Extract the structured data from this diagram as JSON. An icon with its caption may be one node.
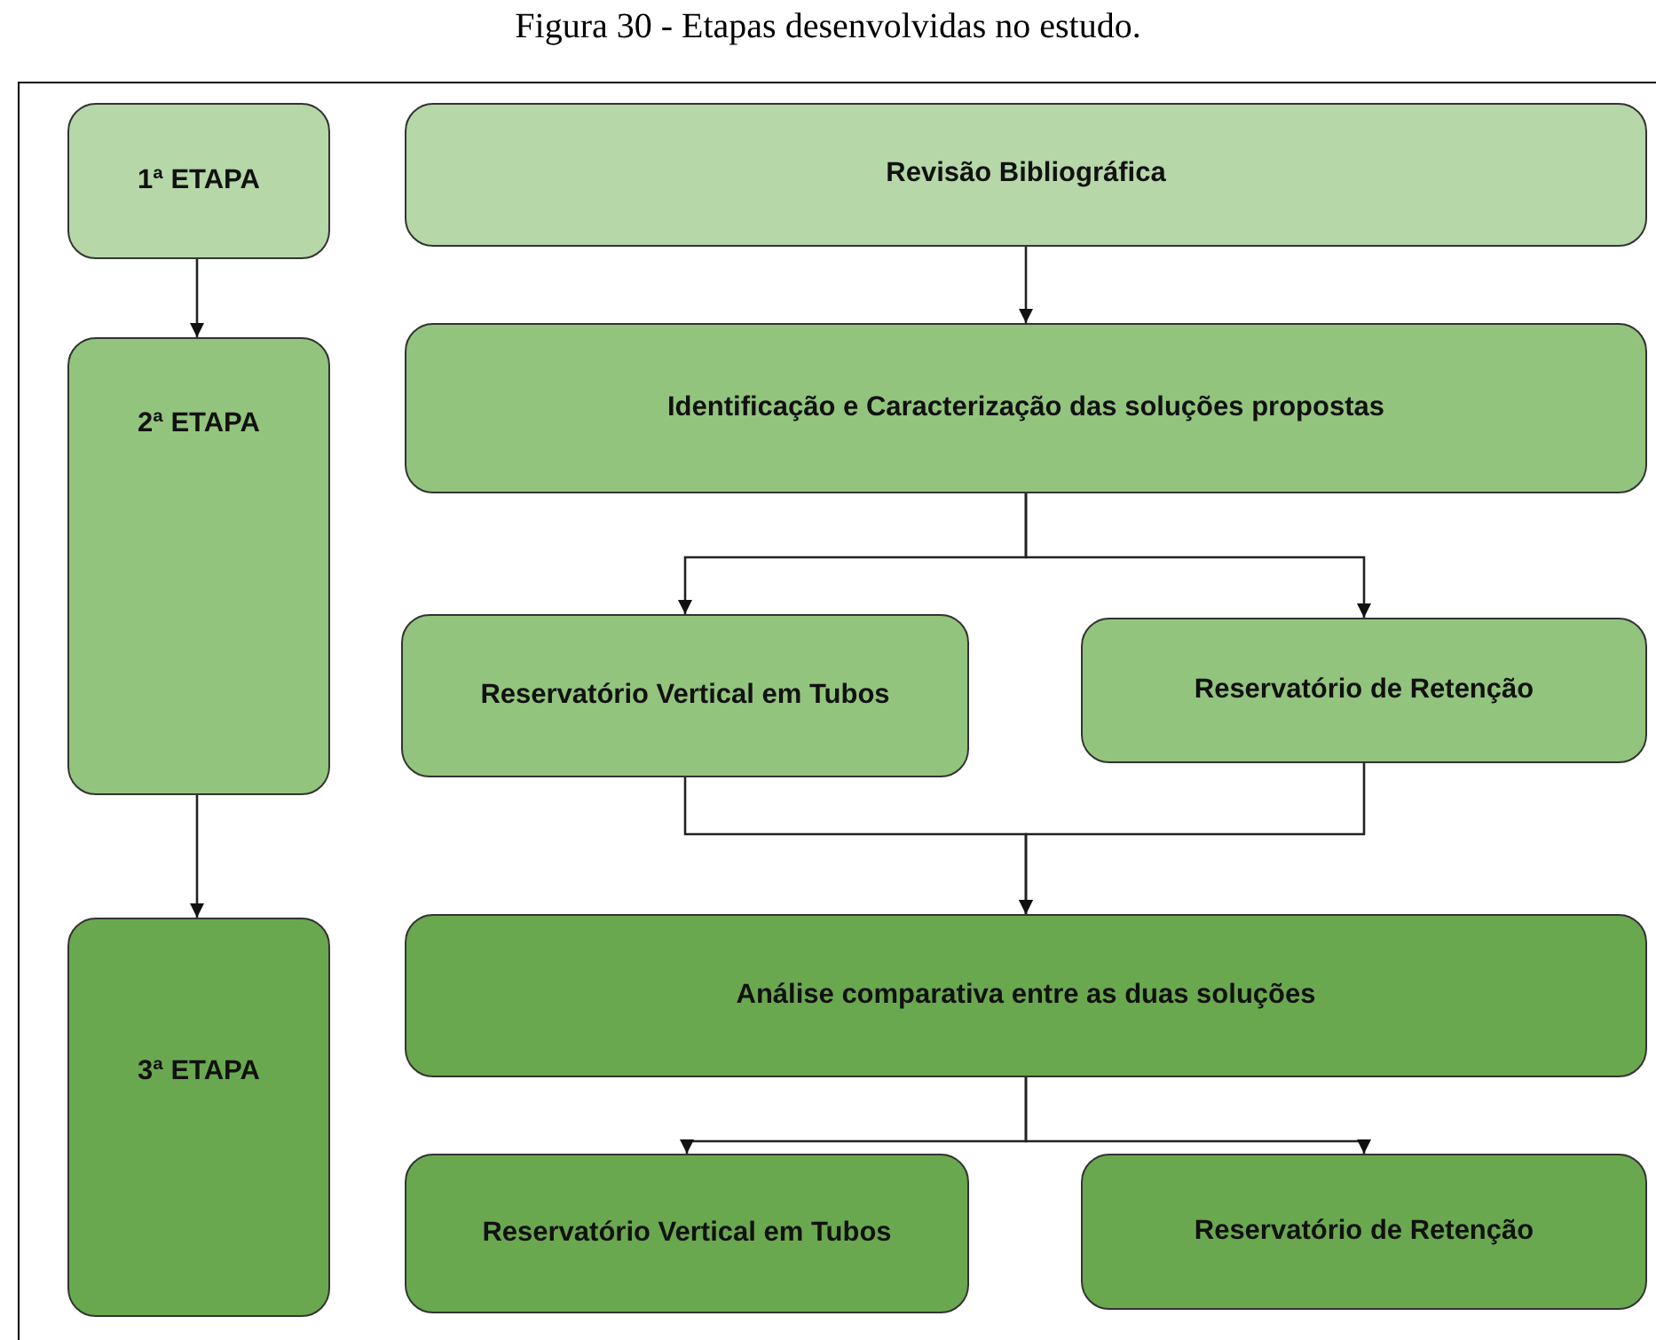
{
  "diagram": {
    "title": "Figura 30 - Etapas desenvolvidas no estudo.",
    "nodes": [
      {
        "text": [
          "1ª ETAPA"
        ]
      },
      {
        "text": [
          "**Revisão** Bibliográfica"
        ]
      },
      {
        "text": [
          "2ª ETAPA"
        ]
      },
      {
        "text": [
          "Identificação e Caracterização das soluções propostas"
        ]
      },
      {
        "text": [
          "Reservatório Vertical em Tubos"
        ]
      },
      {
        "text": [
          "Reservatório de Retenção"
        ]
      },
      {
        "text": [
          "3ª ETAPA"
        ]
      },
      {
        "text": [
          "Análise comparativa entre as duas soluções"
        ]
      },
      {
        "text": [
          "Reservatório Vertical em Tubos"
        ]
      },
      {
        "text": [
          "Reservatório de Retenção"
        ]
      }
    ],
    "edges": [
      {
        "from": 0,
        "to": 2,
        "arrow": "to"
      },
      {
        "from": 2,
        "to": 6,
        "arrow": "to"
      },
      {
        "from": 1,
        "to": 3,
        "arrow": "to"
      },
      {
        "from": 3,
        "to": 4,
        "arrow": "to"
      },
      {
        "from": 3,
        "to": 5,
        "arrow": "to"
      },
      {
        "from": 4,
        "to": 7,
        "arrow": "to"
      },
      {
        "from": 5,
        "to": 7,
        "arrow": "to"
      },
      {
        "from": 7,
        "to": 8,
        "arrow": "to"
      },
      {
        "from": 7,
        "to": 9,
        "arrow": "to"
      }
    ]
  }
}
